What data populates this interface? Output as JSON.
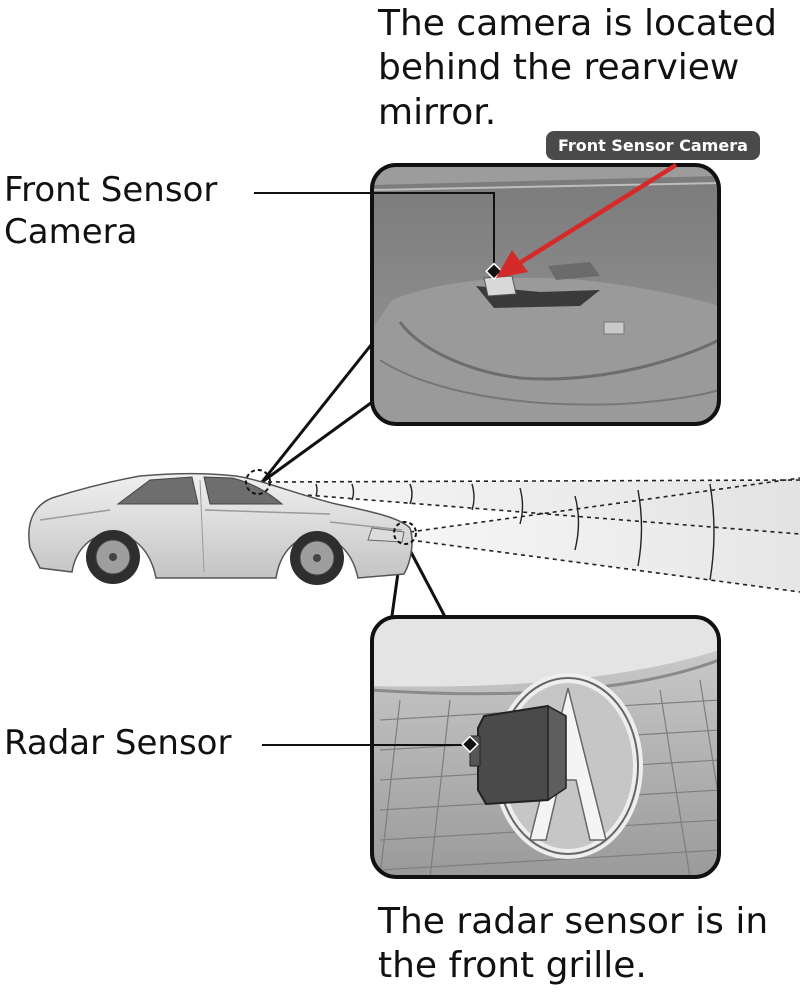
{
  "captions": {
    "top": "The camera is located\nbehind the rearview\nmirror.",
    "bottom": "The radar sensor is in\nthe front grille."
  },
  "labels": {
    "front_sensor_camera": "Front Sensor\nCamera",
    "radar_sensor": "Radar Sensor",
    "front_sensor_camera_tag": "Front Sensor Camera"
  },
  "colors": {
    "arrow": "#d42a2a",
    "tag_background": "#4a4a4a",
    "text": "#111111"
  }
}
